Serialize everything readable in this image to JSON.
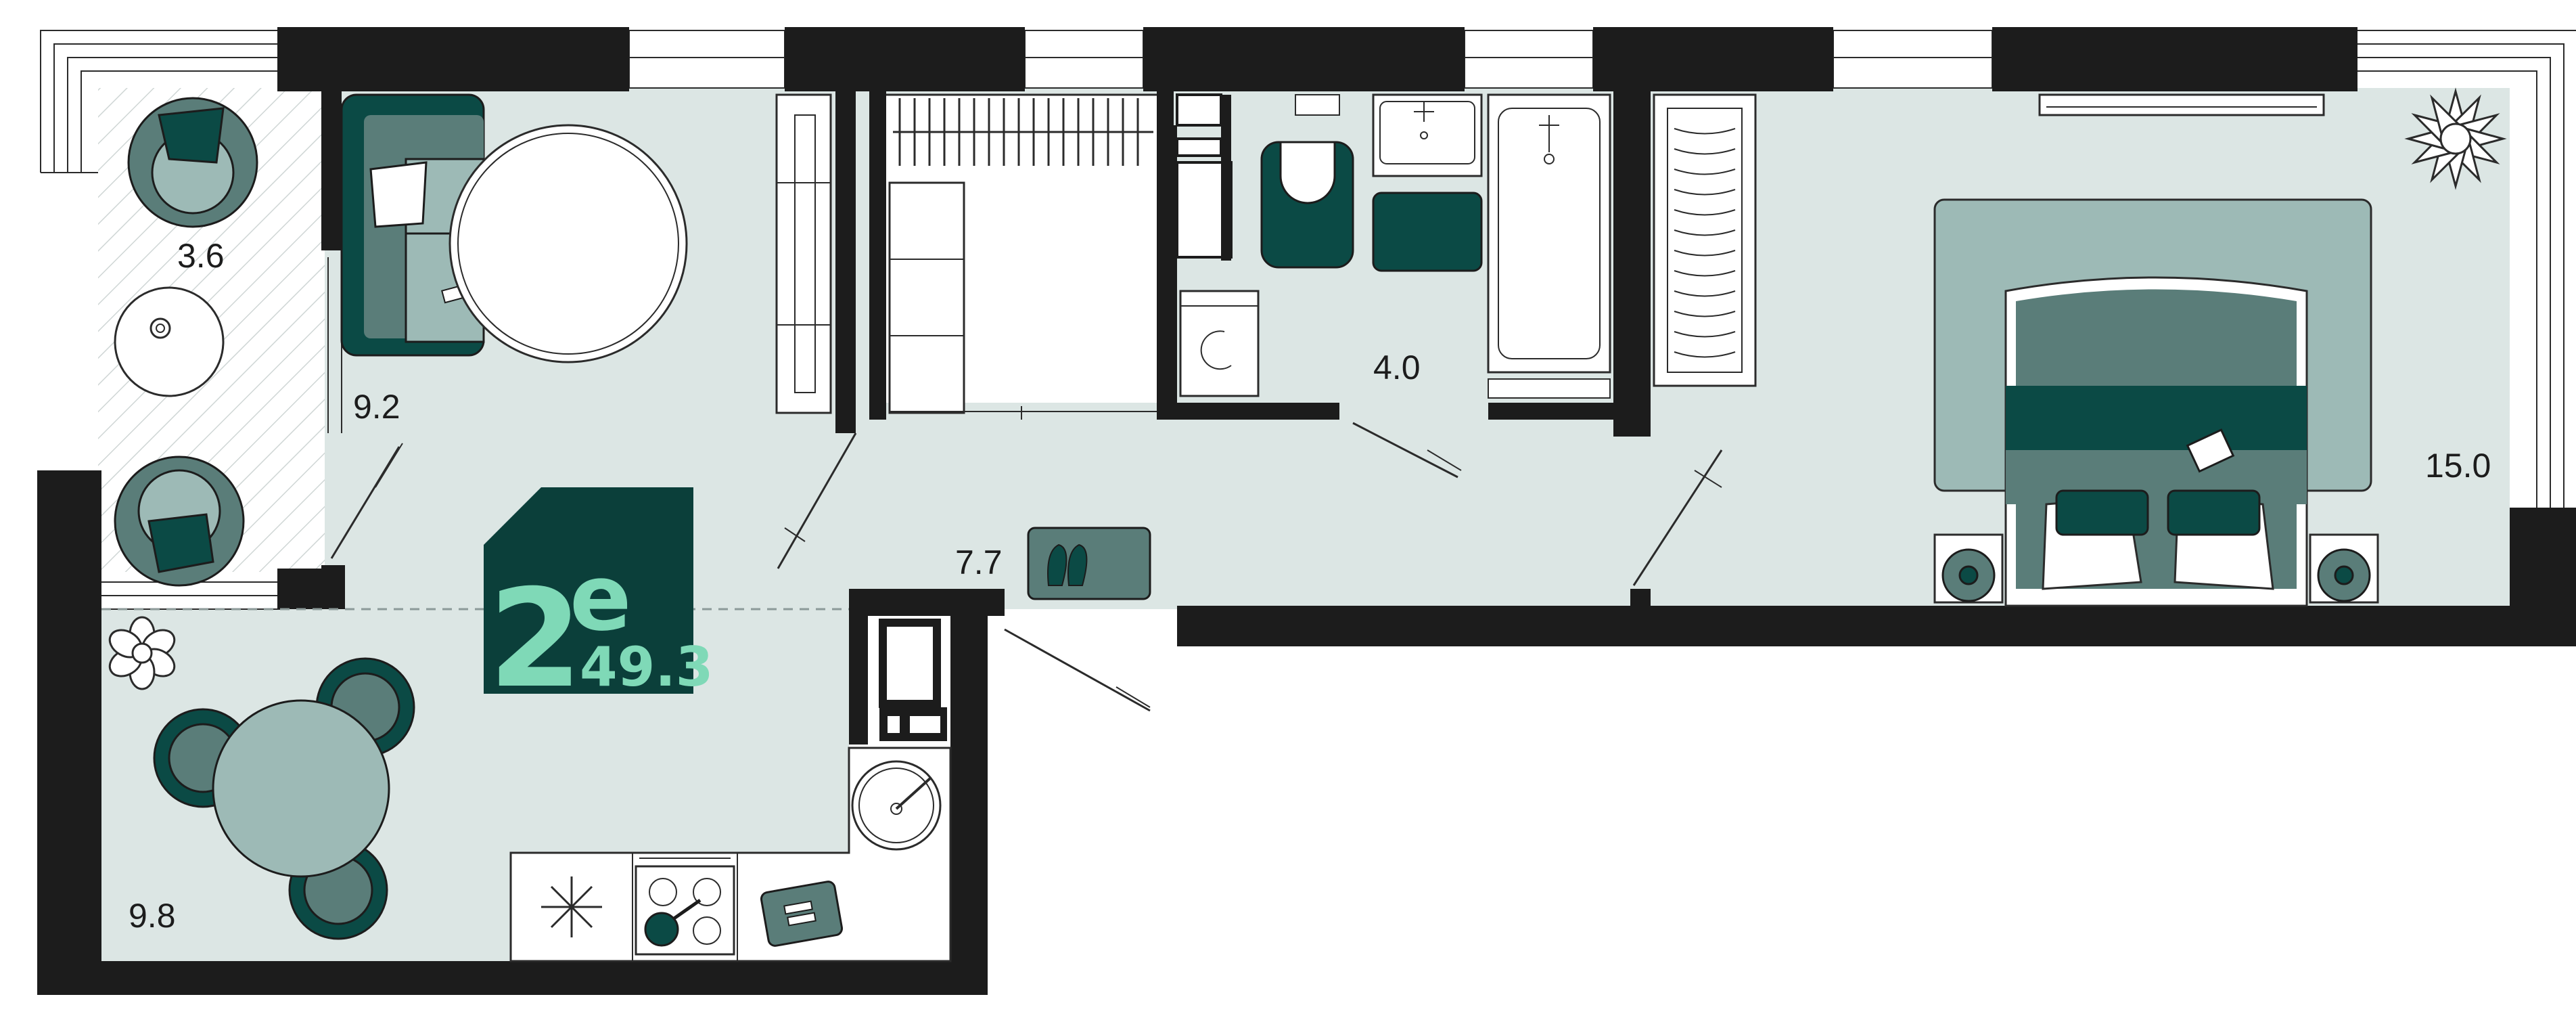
{
  "plan": {
    "badge": {
      "rooms": "2",
      "type": "е",
      "area": "49.3"
    },
    "rooms": [
      {
        "id": "balcony",
        "area": "3.6"
      },
      {
        "id": "living",
        "area": "9.2"
      },
      {
        "id": "bathroom",
        "area": "4.0"
      },
      {
        "id": "hall",
        "area": "7.7"
      },
      {
        "id": "bedroom",
        "area": "15.0"
      },
      {
        "id": "kitchen",
        "area": "9.8"
      }
    ]
  },
  "colors": {
    "wall": "#1c1c1c",
    "floor": "#dce6e4",
    "accent_dark": "#0b4a45",
    "accent_mid": "#5a7d79",
    "accent_light": "#9dbab6",
    "badge_bg": "#0b3f3a",
    "badge_text": "#7fd9b7"
  }
}
